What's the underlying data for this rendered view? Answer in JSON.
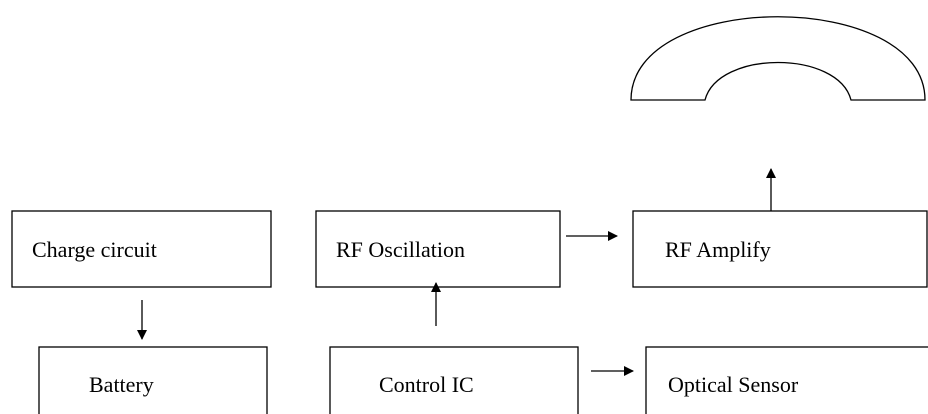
{
  "diagram": {
    "nodes": {
      "charge_circuit": "Charge circuit",
      "rf_oscillation": "RF Oscillation",
      "rf_amplify": "RF Amplify",
      "battery": "Battery",
      "control_ic": "Control IC",
      "optical_sensor": "Optical Sensor"
    },
    "edges": [
      {
        "from": "charge_circuit",
        "to": "battery"
      },
      {
        "from": "control_ic",
        "to": "rf_oscillation"
      },
      {
        "from": "rf_oscillation",
        "to": "rf_amplify"
      },
      {
        "from": "rf_amplify",
        "to": "antenna"
      },
      {
        "from": "control_ic",
        "to": "optical_sensor"
      }
    ],
    "colors": {
      "stroke": "#000000",
      "fill": "#ffffff"
    }
  }
}
